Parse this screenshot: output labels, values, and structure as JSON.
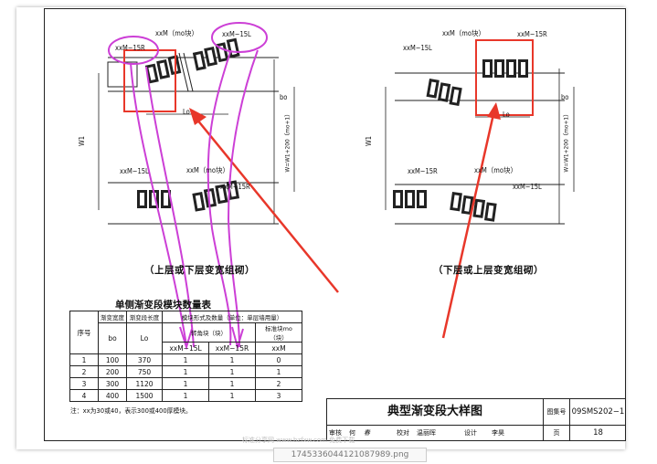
{
  "drawing": {
    "left": {
      "caption": "（上层或下层变宽组砌）",
      "labels": {
        "top_mid": "xxM（mo块）",
        "top_left": "xxM−15R",
        "top_right": "xxM−15L",
        "bot_left": "xxM−15L",
        "bot_mid": "xxM（mo块）",
        "bot_right": "xxM−15R",
        "dim_lo": "Lo",
        "dim_w1": "W1",
        "dim_w": "W=W1+200（mo+1）",
        "dim_bo": "bo"
      }
    },
    "right": {
      "caption": "（下层或上层变宽组砌）",
      "labels": {
        "top_mid": "xxM（mo块）",
        "top_left": "xxM−15L",
        "top_right": "xxM−15R",
        "bot_left": "xxM−15R",
        "bot_mid": "xxM（mo块）",
        "bot_right": "xxM−15L",
        "dim_lo": "Lo",
        "dim_w1": "W1",
        "dim_w": "W=W1+200（mo+1）",
        "dim_bo": "bo"
      }
    }
  },
  "table": {
    "title": "单侧渐变段模块数量表",
    "col_no": "序号",
    "col_width": "渐变宽度",
    "col_length": "渐变段长度",
    "col_bo": "bo",
    "col_lo": "Lo",
    "col_group": "模块形式及数量（单位：单层墙用量）",
    "col_sub": "转角块（块）",
    "col_std": "标准块mo（块）",
    "col_a": "xxM−15L",
    "col_b": "xxM−15R",
    "col_c": "xxM",
    "rows": [
      {
        "no": "1",
        "bo": "100",
        "lo": "370",
        "a": "1",
        "b": "1",
        "c": "0"
      },
      {
        "no": "2",
        "bo": "200",
        "lo": "750",
        "a": "1",
        "b": "1",
        "c": "1"
      },
      {
        "no": "3",
        "bo": "300",
        "lo": "1120",
        "a": "1",
        "b": "1",
        "c": "2"
      },
      {
        "no": "4",
        "bo": "400",
        "lo": "1500",
        "a": "1",
        "b": "1",
        "c": "3"
      }
    ],
    "note": "注：xx为30或40，表示300或400厚模块。"
  },
  "title_block": {
    "title": "典型渐变段大样图",
    "atlas_label": "图集号",
    "atlas_no": "09SMS202−1",
    "page_label": "页",
    "page_no": "18",
    "row": [
      "审核",
      "何",
      "春",
      "校对",
      "温丽晖",
      "设计",
      "李昊"
    ]
  },
  "watermark": "标准分享网 www.bzfxw.com 免费下载",
  "file_name": "1745336044121087989.png",
  "colors": {
    "red": "#e8372a",
    "magenta": "#cc3fd6",
    "ink": "#111111"
  }
}
